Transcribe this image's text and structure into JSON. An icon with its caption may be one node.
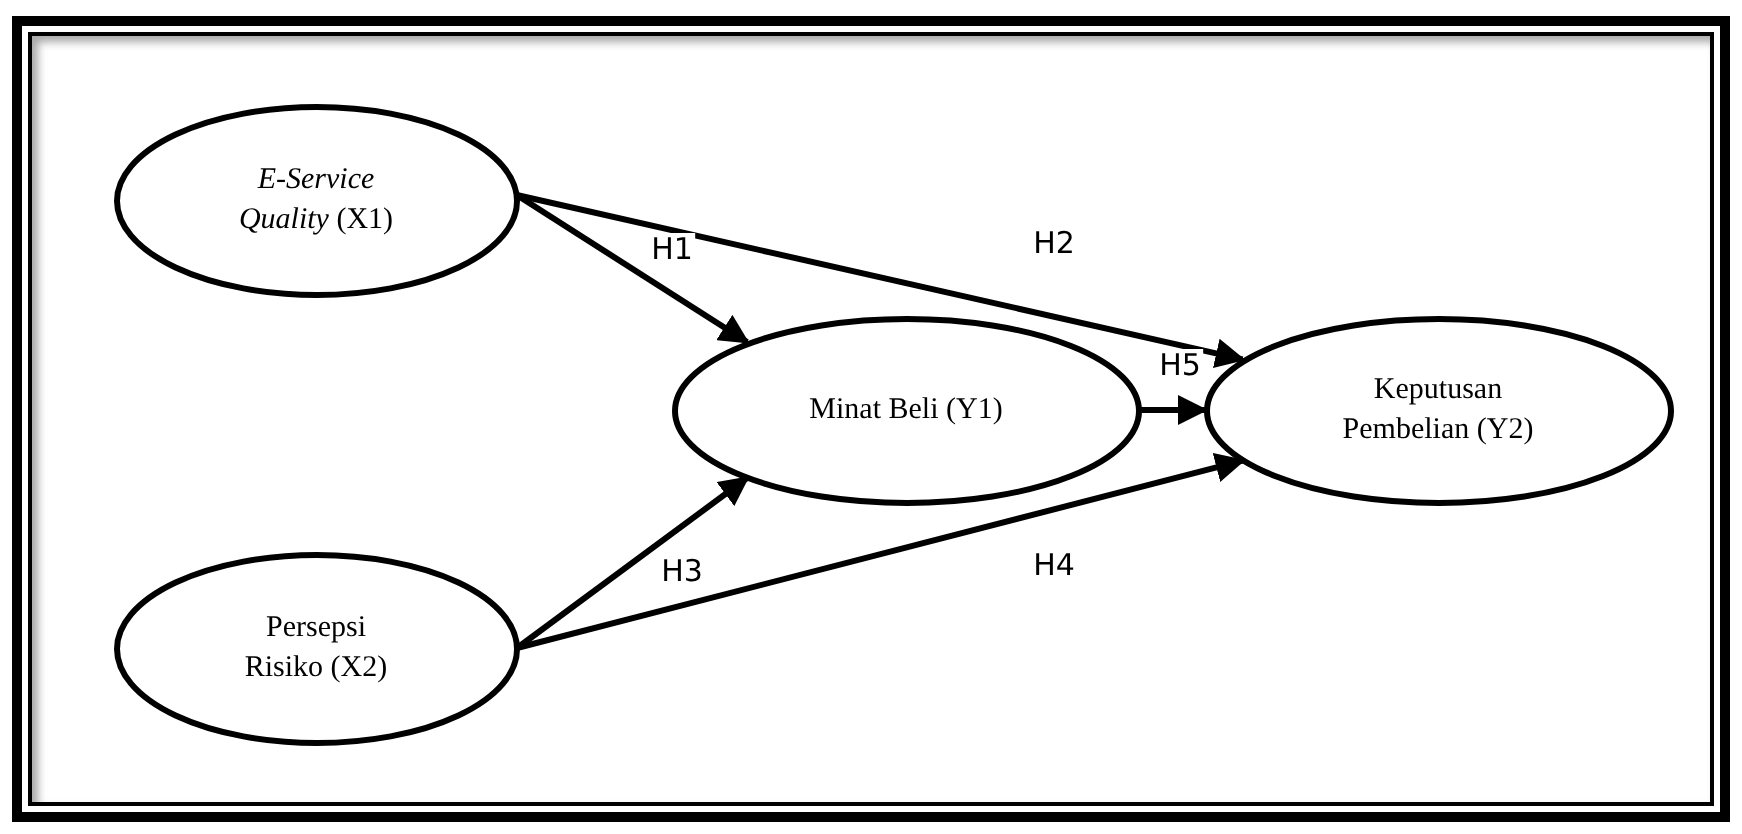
{
  "diagram": {
    "nodes": [
      {
        "text": [
          "*E-Service Quality* (X1)"
        ]
      },
      {
        "text": [
          "Minat Beli (Y1)"
        ]
      },
      {
        "text": [
          "Keputusan Pembelian (Y2)"
        ]
      },
      {
        "text": [
          "Persepsi Risiko (X2)"
        ]
      }
    ],
    "edges": [
      {
        "from": 0,
        "to": 1,
        "arrow": "to",
        "label": "H1"
      },
      {
        "from": 0,
        "to": 2,
        "arrow": "to",
        "label": "H2"
      },
      {
        "from": 3,
        "to": 1,
        "arrow": "to",
        "label": "H3"
      },
      {
        "from": 3,
        "to": 2,
        "arrow": "to",
        "label": "H4"
      },
      {
        "from": 1,
        "to": 2,
        "arrow": "to",
        "label": "H5"
      }
    ]
  }
}
